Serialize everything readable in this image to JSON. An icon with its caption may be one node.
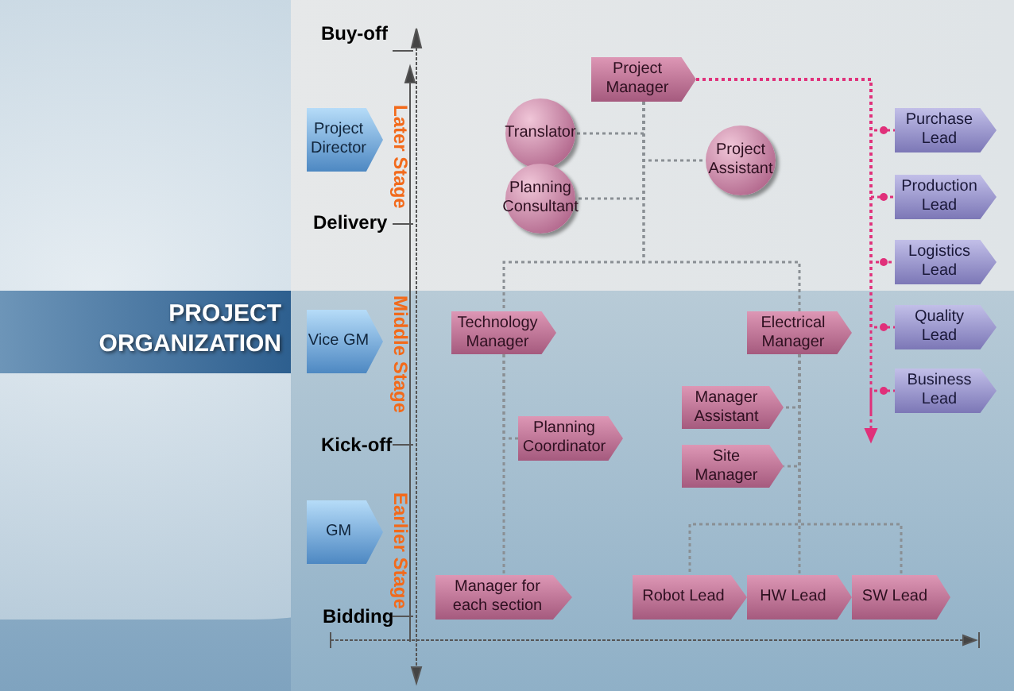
{
  "diagram": {
    "title": "PROJECT ORGANIZATION",
    "nodes": [
      {
        "text": [
          "Project Director"
        ]
      },
      {
        "text": [
          "Vice GM"
        ]
      },
      {
        "text": [
          "GM"
        ]
      },
      {
        "text": [
          "Project Manager"
        ]
      },
      {
        "text": [
          "Translator"
        ]
      },
      {
        "text": [
          "Planning Consultant"
        ]
      },
      {
        "text": [
          "Project Assistant"
        ]
      },
      {
        "text": [
          "Technology Manager"
        ]
      },
      {
        "text": [
          "Electrical Manager"
        ]
      },
      {
        "text": [
          "Manager Assistant"
        ]
      },
      {
        "text": [
          "Site Manager"
        ]
      },
      {
        "text": [
          "Planning Coordinator"
        ]
      },
      {
        "text": [
          "Manager for each section"
        ]
      },
      {
        "text": [
          "Robot Lead"
        ]
      },
      {
        "text": [
          "HW Lead"
        ]
      },
      {
        "text": [
          "SW Lead"
        ]
      },
      {
        "text": [
          "Purchase Lead"
        ]
      },
      {
        "text": [
          "Production Lead"
        ]
      },
      {
        "text": [
          "Logistics Lead"
        ]
      },
      {
        "text": [
          "Quality Lead"
        ]
      },
      {
        "text": [
          "Business Lead"
        ]
      }
    ],
    "edges": [
      {
        "from": 3,
        "to": 4,
        "arrow": "none",
        "style": "dashed"
      },
      {
        "from": 3,
        "to": 5,
        "arrow": "none",
        "style": "dashed"
      },
      {
        "from": 3,
        "to": 6,
        "arrow": "none",
        "style": "dashed"
      },
      {
        "from": 3,
        "to": 7,
        "arrow": "none",
        "style": "dashed"
      },
      {
        "from": 3,
        "to": 8,
        "arrow": "none",
        "style": "dashed"
      },
      {
        "from": 7,
        "to": 11,
        "arrow": "none",
        "style": "dashed"
      },
      {
        "from": 7,
        "to": 12,
        "arrow": "none",
        "style": "dashed"
      },
      {
        "from": 8,
        "to": 9,
        "arrow": "none",
        "style": "dashed"
      },
      {
        "from": 8,
        "to": 10,
        "arrow": "none",
        "style": "dashed"
      },
      {
        "from": 8,
        "to": 13,
        "arrow": "none",
        "style": "dashed"
      },
      {
        "from": 8,
        "to": 14,
        "arrow": "none",
        "style": "dashed"
      },
      {
        "from": 8,
        "to": 15,
        "arrow": "none",
        "style": "dashed"
      },
      {
        "from": 3,
        "to": 16,
        "arrow": "none",
        "style": "dashed",
        "color": "#e0307a"
      },
      {
        "from": 3,
        "to": 17,
        "arrow": "none",
        "style": "dashed",
        "color": "#e0307a"
      },
      {
        "from": 3,
        "to": 18,
        "arrow": "none",
        "style": "dashed",
        "color": "#e0307a"
      },
      {
        "from": 3,
        "to": 19,
        "arrow": "none",
        "style": "dashed",
        "color": "#e0307a"
      },
      {
        "from": 3,
        "to": 20,
        "arrow": "none",
        "style": "dashed",
        "color": "#e0307a"
      }
    ],
    "labels": [
      "Buy-off",
      "Later Stage",
      "Delivery",
      "Middle Stage",
      "Kick-off",
      "Earlier Stage",
      "Bidding"
    ]
  }
}
